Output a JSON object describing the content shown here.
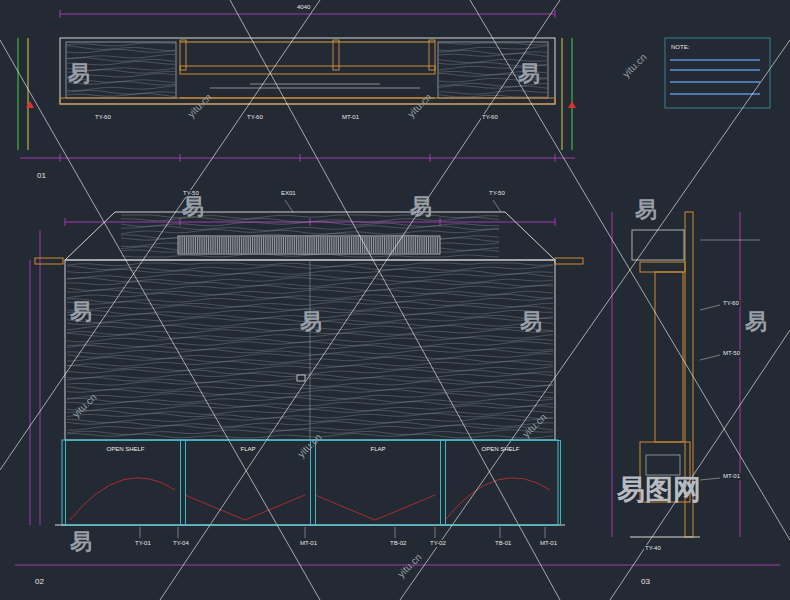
{
  "diagram": {
    "nodes": [
      {
        "text": [
          "OPEN SHELF"
        ]
      },
      {
        "text": [
          "FLAP"
        ]
      },
      {
        "text": [
          "FLAP"
        ]
      },
      {
        "text": [
          "OPEN SHELF"
        ]
      }
    ],
    "edges": [],
    "labels": [
      "01",
      "02",
      "03",
      "NOTE:",
      "4040",
      "TY-60",
      "TY-60",
      "MT-01",
      "TY-60",
      "TY-50",
      "EX01",
      "TY-50",
      "TY-01",
      "TY-04",
      "MT-01",
      "TB-02",
      "TY-02",
      "TB-01",
      "MT-01",
      "TY-60",
      "MT-50",
      "MT-01",
      "TY-40",
      "易",
      "易",
      "易",
      "易",
      "易",
      "易",
      "易",
      "易",
      "易",
      "易",
      "yitu.cn",
      "yitu.cn",
      "yitu.cn",
      "yitu.cn",
      "yitu.cn",
      "yitu.cn",
      "yitu.cn",
      "易图网"
    ]
  }
}
